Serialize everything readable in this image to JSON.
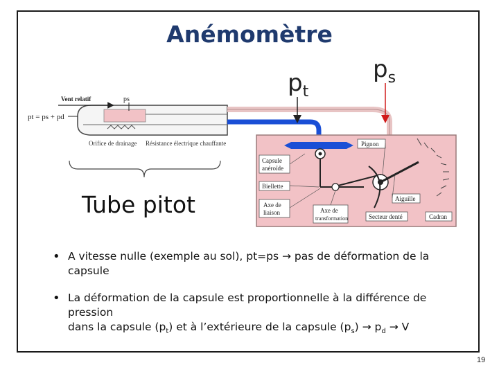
{
  "slide": {
    "title": "Anémomètre",
    "page_number": "19"
  },
  "labels": {
    "pt_main": "p",
    "pt_sub": "t",
    "ps_main": "p",
    "ps_sub": "s",
    "tube_pitot": "Tube pitot"
  },
  "pitot_diagram": {
    "relative_wind": "Vent relatif",
    "ps": "ps",
    "pt_eq": "pt = ps + pd",
    "drainage": "Orifice de drainage",
    "heater": "Résistance électrique chauffante"
  },
  "mechanism": {
    "pignon": "Pignon",
    "capsule": "Capsule",
    "aneroide": "anéroïde",
    "biellette": "Biellette",
    "axe_liaison": "Axe de",
    "liaison": "liaison",
    "axe_transfo": "Axe de",
    "transformation": "transformation",
    "aiguille": "Aiguille",
    "secteur": "Secteur denté",
    "cadran": "Cadran"
  },
  "bullets": [
    {
      "text": "A vitesse nulle (exemple au sol), pt=ps → pas de déformation de la capsule"
    },
    {
      "line1": "La déformation de la capsule est proportionnelle à la différence de pression",
      "line2_a": "dans la capsule (p",
      "line2_sub1": "t",
      "line2_b": ") et à l’extérieure de la capsule (p",
      "line2_sub2": "s",
      "line2_c": ") → p",
      "line2_sub3": "d",
      "line2_d": " → V"
    }
  ],
  "colors": {
    "title": "#1f3a6e",
    "pipe_blue": "#1a4fd6",
    "pipe_pink": "#e8c4c4",
    "box_pink": "#f2c2c6",
    "arrow_red": "#d11a1a"
  }
}
